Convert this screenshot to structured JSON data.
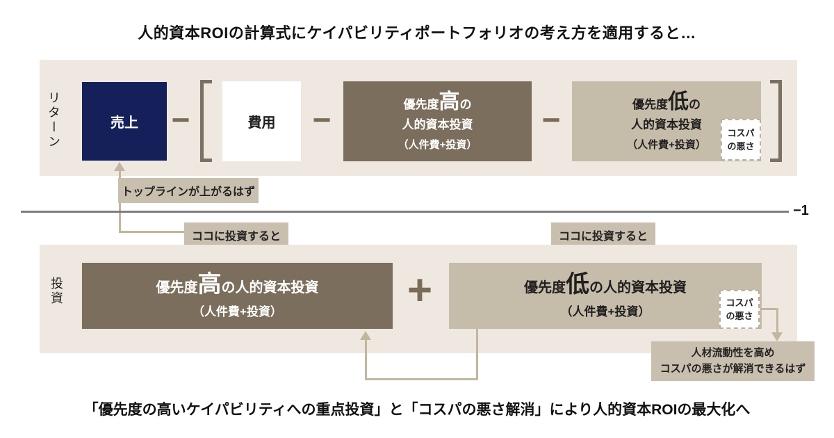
{
  "title": "人的資本ROIの計算式にケイパビリティポートフォリオの考え方を適用すると…",
  "operators": {
    "minus": "−",
    "plus": "+",
    "minus_one": "−1"
  },
  "return_row": {
    "label": "リターン",
    "sales_label": "売上",
    "cost_label": "費用",
    "high_box": {
      "prefix": "優先度",
      "emphasis": "高",
      "suffix": "の",
      "line2": "人的資本投資",
      "note": "（人件費+投資）"
    },
    "low_box": {
      "prefix": "優先度",
      "emphasis": "低",
      "suffix": "の",
      "line2": "人的資本投資",
      "note": "（人件費+投資）",
      "badge": {
        "line1": "コスパ",
        "line2": "の悪さ"
      }
    }
  },
  "invest_row": {
    "label": "投資",
    "high_box": {
      "prefix": "優先度",
      "emphasis": "高",
      "suffix": "の人的資本投資",
      "note": "（人件費+投資）"
    },
    "low_box": {
      "prefix": "優先度",
      "emphasis": "低",
      "suffix": "の人的資本投資",
      "note": "（人件費+投資）",
      "badge": {
        "line1": "コスパ",
        "line2": "の悪さ"
      }
    }
  },
  "annotations": {
    "topline": "トップラインが上がるはず",
    "invest_here_left": "ココに投資すると",
    "invest_here_right": "ココに投資すると",
    "mobility_line1": "人材流動性を高め",
    "mobility_line2": "コスパの悪さが解消できるはず"
  },
  "footer": "「優先度の高いケイパビリティへの重点投資」と「コスパの悪さ解消」により人的資本ROIの最大化へ",
  "colors": {
    "band": "#eee8e0",
    "navy": "#15205a",
    "brown": "#7b6e5c",
    "tan": "#c6bcaa",
    "label-bg": "#c9bfae",
    "operator": "#7a6c57",
    "bracket": "#7b7163",
    "connector": "#c2b69e",
    "divider": "#7d7d7d",
    "text-dark": "#1f1f1f"
  }
}
